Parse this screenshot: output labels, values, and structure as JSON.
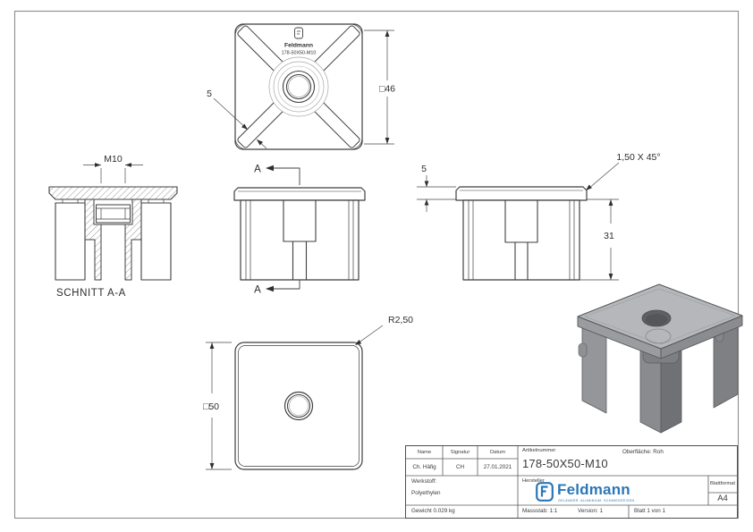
{
  "colors": {
    "line": "#3f3f3f",
    "thin_line": "#9e9e9e",
    "frame": "#8d8d8d",
    "logo_blue": "#2b77b8",
    "model_gray_top": "#b5b7ba",
    "model_gray_side": "#8a8c8f"
  },
  "top_view": {
    "logo_text": "Feldmann",
    "part_number": "178-50X50-M10",
    "dim_width": "□46",
    "dim_rib": "5"
  },
  "section_view": {
    "dim_thread": "M10",
    "label": "SCHNITT A-A"
  },
  "front_view": {
    "cut_mark_top": "A",
    "cut_mark_bottom": "A"
  },
  "side_view": {
    "dim_plate_thickness": "5",
    "dim_chamfer": "1,50 X 45°",
    "dim_height": "31"
  },
  "bottom_view": {
    "dim_width": "□50",
    "dim_corner_radius": "R2,50"
  },
  "title_block": {
    "col_name": "Name",
    "col_signatur": "Signatur",
    "col_datum": "Datum",
    "val_name": "Ch. Häfig",
    "val_signatur": "CH",
    "val_datum": "27.01.2021",
    "artikelnummer_label": "Artikelnummer",
    "artikelnummer": "178-50X50-M10",
    "oberflaeche": "Oberfläche:  Roh",
    "hersteller_label": "Hersteller",
    "werkstoff_label": "Werkstoff:",
    "werkstoff": "Polyethylen",
    "gewicht": "Gewicht 0.029 kg",
    "massstab": "Massstab: 1:1",
    "version": "Version: 1",
    "blatt": "Blatt 1 von 1",
    "blattformat_label": "Blattformat",
    "blattformat": "A4",
    "logo_name": "Feldmann",
    "logo_tagline": "GELÄNDER. ALUMINIUM. SCHMIEDEEISEN",
    "logo_icon": "feldmann-f-icon"
  }
}
